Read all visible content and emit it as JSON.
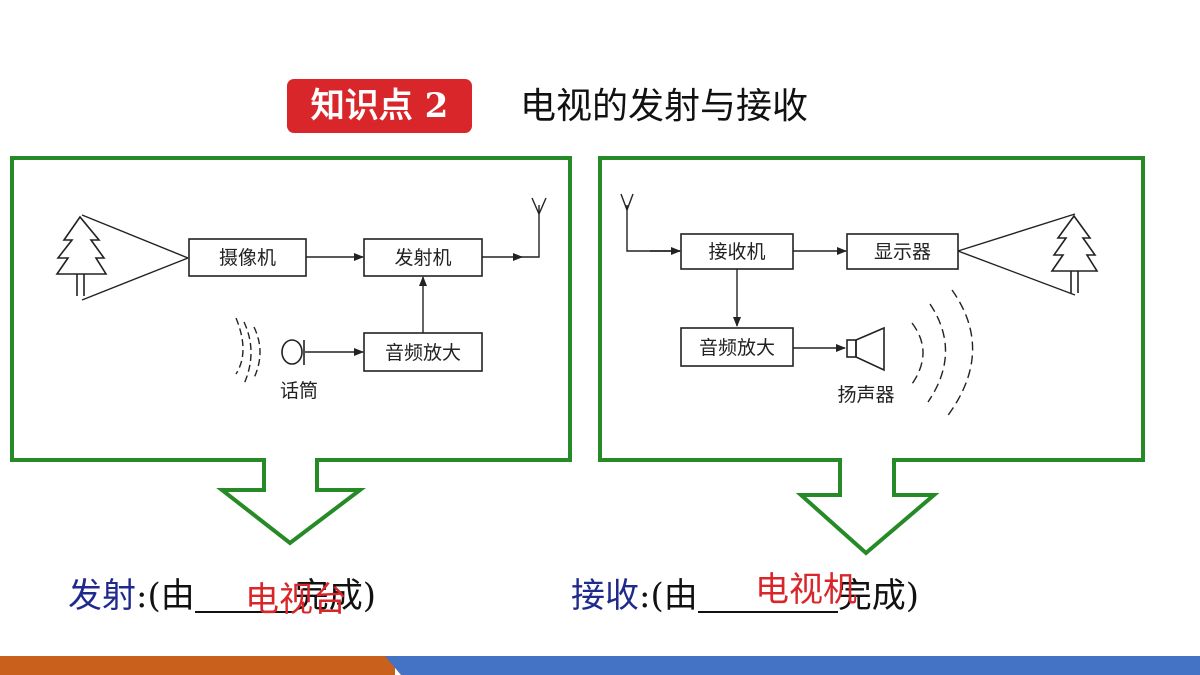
{
  "header": {
    "badge": "知识点 2",
    "title": "电视的发射与接收"
  },
  "transmit": {
    "camera": "摄像机",
    "transmitter": "发射机",
    "audio_amp": "音频放大",
    "microphone": "话筒"
  },
  "receive": {
    "receiver": "接收机",
    "display": "显示器",
    "audio_amp": "音频放大",
    "speaker": "扬声器"
  },
  "captions": {
    "left": {
      "keyword": "发射",
      "before": ":(由",
      "answer": "电视台",
      "after": "完成)"
    },
    "right": {
      "keyword": "接收",
      "before": ":(由",
      "answer": "电视机",
      "after": "完成)"
    }
  },
  "colors": {
    "frame_green": "#268a26",
    "badge_red": "#d9262a",
    "caption_blue": "#1f2a8c",
    "answer_red": "#d9262a",
    "bar_orange": "#c9601b",
    "bar_blue": "#4472c4"
  }
}
